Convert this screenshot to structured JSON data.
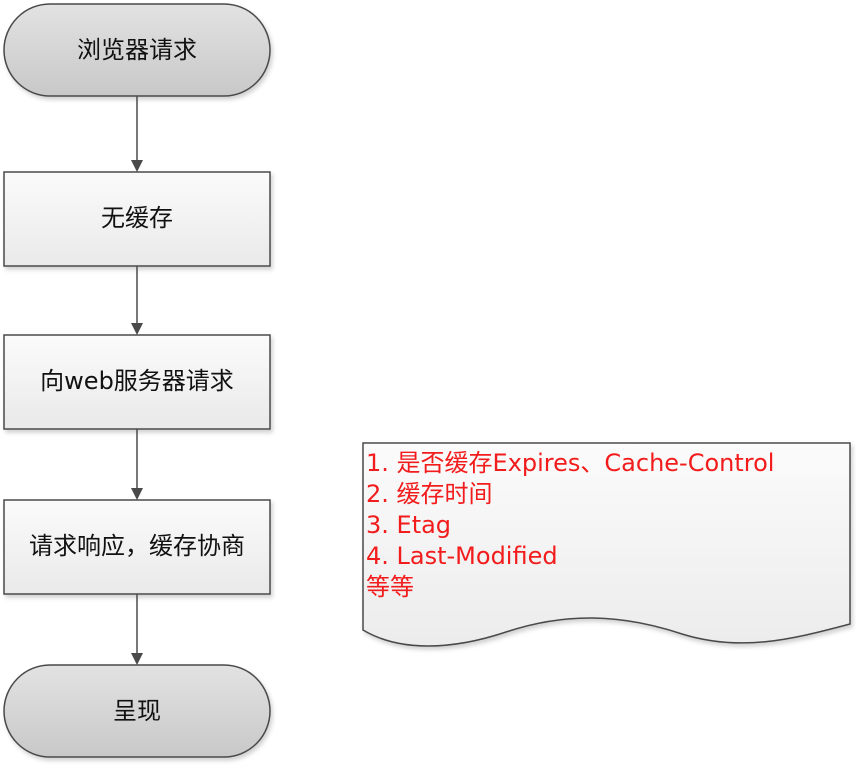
{
  "flow": {
    "start": "浏览器请求",
    "step1": "无缓存",
    "step2": "向web服务器请求",
    "step3": "请求响应，缓存协商",
    "end": "呈现"
  },
  "note": {
    "lines": [
      "1. 是否缓存Expires、Cache-Control",
      "2. 缓存时间",
      "3. Etag",
      "4. Last-Modified",
      "等等"
    ]
  },
  "colors": {
    "terminal_fill": "#d6d6d6",
    "process_fill": "#f4f4f4",
    "stroke": "#4a4a4a",
    "note_text": "#f21c1c"
  }
}
